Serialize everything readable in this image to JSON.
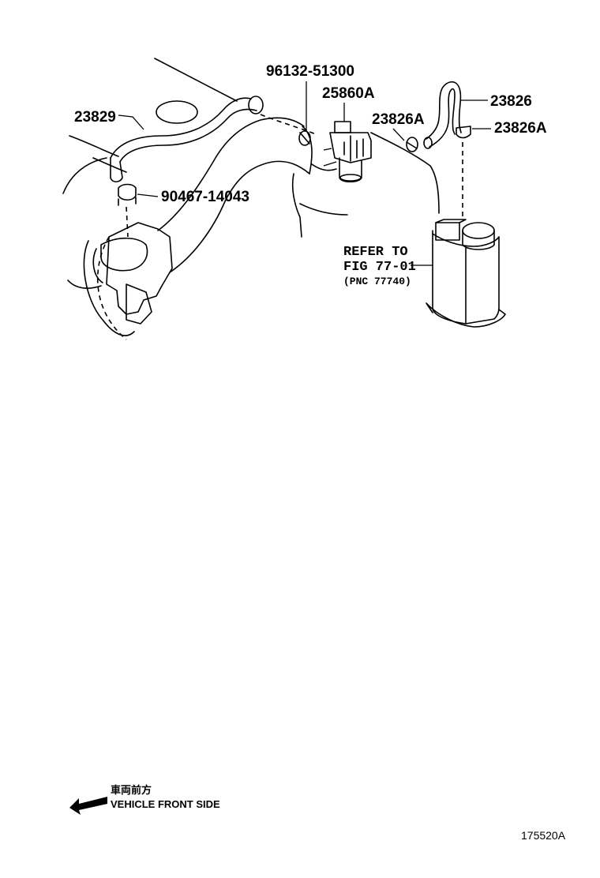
{
  "labels": {
    "p96132": "96132-51300",
    "p25860a": "25860A",
    "p23829": "23829",
    "p23826": "23826",
    "p23826a_left": "23826A",
    "p23826a_right": "23826A",
    "p90467": "90467-14043",
    "refer_line1": "REFER TO",
    "refer_line2": "FIG 77-01",
    "refer_line3": "(PNC 77740)"
  },
  "footer": {
    "direction_jp": "車両前方",
    "direction_en": "VEHICLE FRONT SIDE",
    "figure_number": "175520A"
  }
}
